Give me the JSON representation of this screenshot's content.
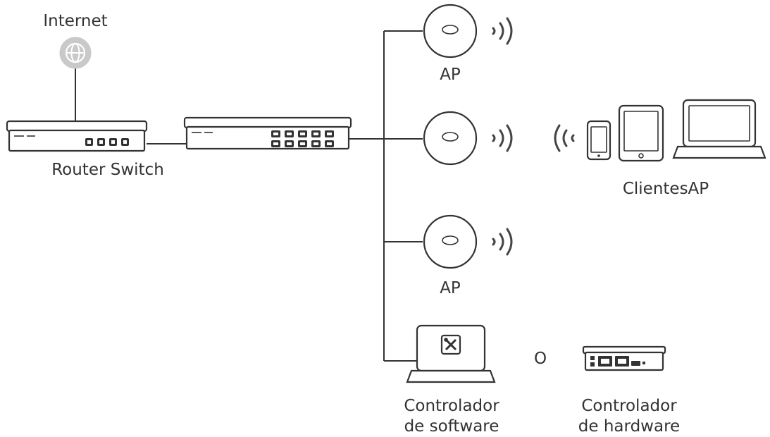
{
  "labels": {
    "internet": "Internet",
    "router_switch": "Router Switch",
    "ap_top": "AP",
    "ap_bottom": "AP",
    "clients": "ClientesAP",
    "or": "O",
    "software_controller_line1": "Controlador",
    "software_controller_line2": "de software",
    "hardware_controller_line1": "Controlador",
    "hardware_controller_line2": "de hardware"
  },
  "colors": {
    "line": "#333333",
    "globe_fill": "#c9c9c9",
    "background": "#ffffff"
  }
}
